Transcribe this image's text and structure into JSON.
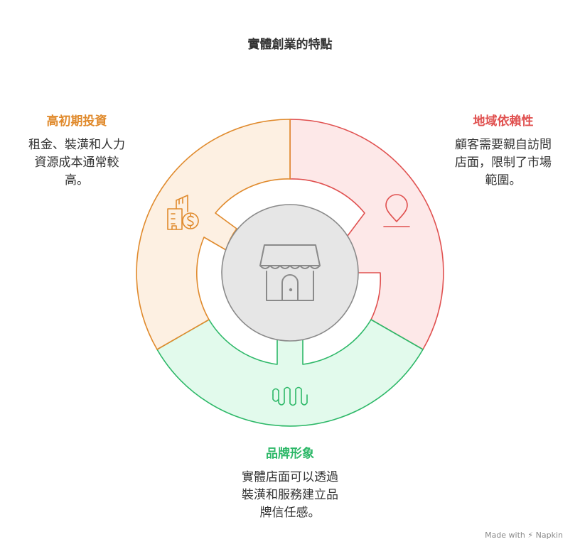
{
  "title": "實體創業的特點",
  "blocks": {
    "cost": {
      "title": "高初期投資",
      "lines": [
        "租金、裝潢和人力",
        "資源成本通常較",
        "高。"
      ]
    },
    "location": {
      "title": "地域依賴性",
      "lines": [
        "顧客需要親自訪問",
        "店面，限制了市場",
        "範圍。"
      ]
    },
    "brand": {
      "title": "品牌形象",
      "lines": [
        "實體店面可以透過",
        "裝潢和服務建立品",
        "牌信任感。"
      ]
    }
  },
  "colors": {
    "orange_stroke": "#E08A2C",
    "orange_fill": "#FDF0E2",
    "red_stroke": "#E0504F",
    "red_fill": "#FDE8E8",
    "green_stroke": "#2DB868",
    "green_fill": "#E2FAEC",
    "center_stroke": "#8A8A8A",
    "center_fill": "#E6E6E6"
  },
  "icons": {
    "cost": "building-money-icon",
    "location": "map-pin-icon",
    "brand": "wave-pattern-icon",
    "center": "storefront-icon"
  },
  "footer": {
    "made_with": "Made with",
    "brand": "Napkin"
  }
}
